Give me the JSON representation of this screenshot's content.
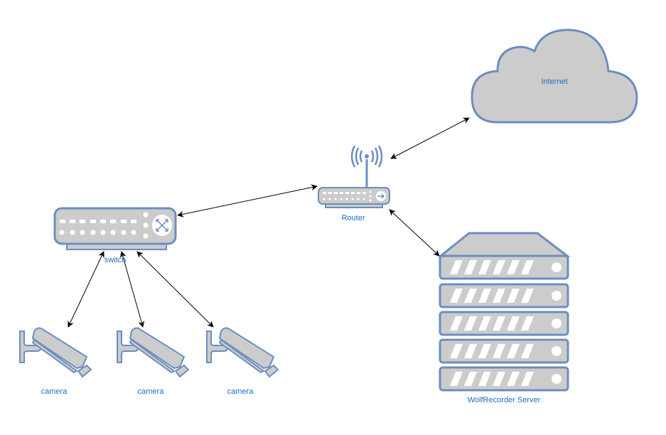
{
  "diagram": {
    "colors": {
      "device_fill": "#cccccc",
      "device_stroke": "#6c8ebf",
      "label": "#1a6fc4",
      "edge": "#000000"
    },
    "nodes": {
      "internet": {
        "label": "Internet",
        "icon": "cloud-icon"
      },
      "router": {
        "label": "Router",
        "icon": "wireless-router-icon"
      },
      "switch": {
        "label": "switch",
        "icon": "network-switch-icon"
      },
      "server": {
        "label": "WolfRecorder Server",
        "icon": "server-rack-icon"
      },
      "camera1": {
        "label": "camera",
        "icon": "security-camera-icon"
      },
      "camera2": {
        "label": "camera",
        "icon": "security-camera-icon"
      },
      "camera3": {
        "label": "camera",
        "icon": "security-camera-icon"
      }
    },
    "edges": [
      {
        "from": "router",
        "to": "internet",
        "direction": "bidirectional"
      },
      {
        "from": "switch",
        "to": "router",
        "direction": "bidirectional"
      },
      {
        "from": "router",
        "to": "server",
        "direction": "bidirectional"
      },
      {
        "from": "switch",
        "to": "camera1",
        "direction": "bidirectional"
      },
      {
        "from": "switch",
        "to": "camera2",
        "direction": "bidirectional"
      },
      {
        "from": "switch",
        "to": "camera3",
        "direction": "bidirectional"
      }
    ]
  }
}
